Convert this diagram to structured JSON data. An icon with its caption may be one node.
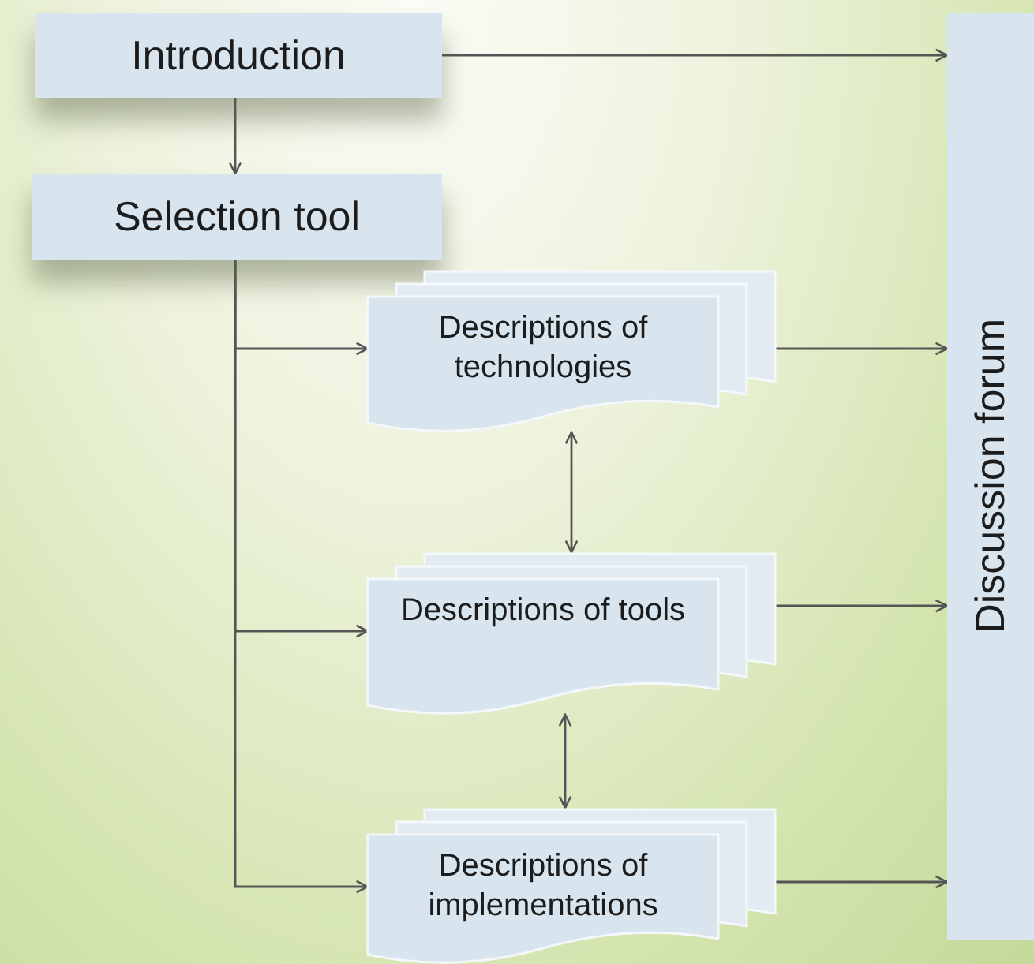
{
  "diagram": {
    "nodes": [
      {
        "text": [
          "Introduction"
        ]
      },
      {
        "text": [
          "Selection tool"
        ]
      },
      {
        "text": [
          "Descriptions of technologies"
        ]
      },
      {
        "text": [
          "Descriptions of tools"
        ]
      },
      {
        "text": [
          "Descriptions of implementations"
        ]
      },
      {
        "text": [
          "Discussion forum"
        ]
      }
    ],
    "edges": [
      {
        "from": 0,
        "to": 5,
        "arrow": "to"
      },
      {
        "from": 0,
        "to": 1,
        "arrow": "to"
      },
      {
        "from": 1,
        "to": 2,
        "arrow": "to"
      },
      {
        "from": 1,
        "to": 3,
        "arrow": "to"
      },
      {
        "from": 1,
        "to": 4,
        "arrow": "to"
      },
      {
        "from": 2,
        "to": 5,
        "arrow": "to"
      },
      {
        "from": 3,
        "to": 5,
        "arrow": "to"
      },
      {
        "from": 4,
        "to": 5,
        "arrow": "to"
      },
      {
        "from": 2,
        "to": 3,
        "arrow": "both"
      },
      {
        "from": 3,
        "to": 4,
        "arrow": "both"
      }
    ]
  }
}
